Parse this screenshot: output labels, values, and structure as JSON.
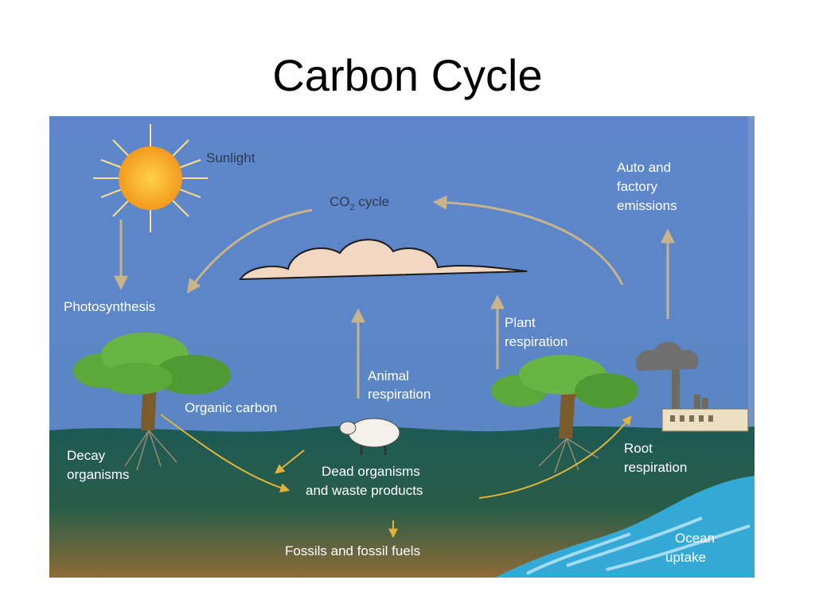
{
  "slide": {
    "title": "Carbon Cycle"
  },
  "labels": {
    "sunlight": "Sunlight",
    "co2_cycle_main": "CO",
    "co2_cycle_sub": "2",
    "co2_cycle_rest": " cycle",
    "auto_line1": "Auto  and",
    "auto_line2": "factory",
    "auto_line3": "emissions",
    "photosynthesis": "Photosynthesis",
    "plant_line1": "Plant",
    "plant_line2": "respiration",
    "animal_line1": "Animal",
    "animal_line2": "respiration",
    "organic_carbon": "Organic  carbon",
    "decay_line1": "Decay",
    "decay_line2": "organisms",
    "dead_line1": "Dead  organisms",
    "dead_line2": "and  waste  products",
    "root_line1": "Root",
    "root_line2": "respiration",
    "fossils": "Fossils  and  fossil  fuels",
    "ocean_line1": "Ocean",
    "ocean_line2": "uptake"
  },
  "colors": {
    "sky": "#5b83c9",
    "ground": "#1e5a52",
    "soil": "#8a6a3a",
    "sun": "#f6a623",
    "arrow": "#c9b48a",
    "ocean": "#35a9d6",
    "tree_leaves": "#5ca83a"
  },
  "icons": {
    "sun": "sun-icon",
    "cloud": "cloud-icon",
    "tree": "tree-icon",
    "sheep": "sheep-icon",
    "factory": "factory-icon"
  }
}
